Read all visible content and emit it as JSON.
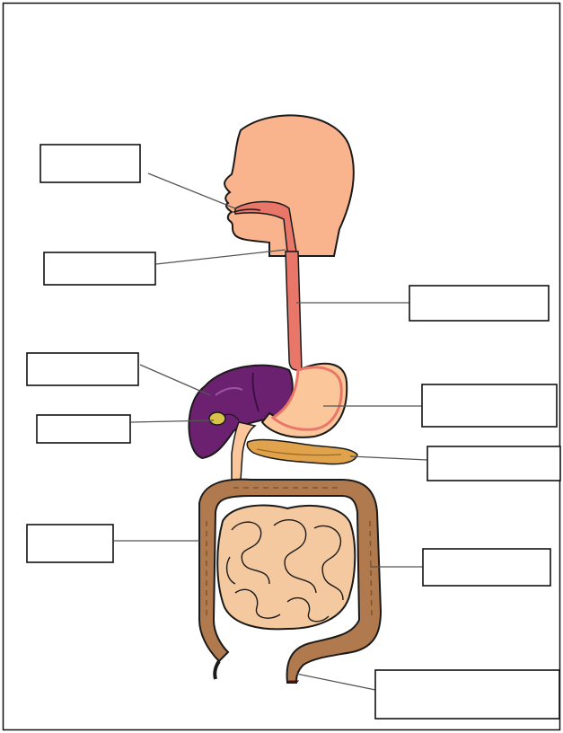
{
  "diagram": {
    "labels": [
      {
        "id": "mouth",
        "text": ""
      },
      {
        "id": "pharynx",
        "text": ""
      },
      {
        "id": "oesophagus",
        "text": ""
      },
      {
        "id": "liver",
        "text": ""
      },
      {
        "id": "stomach",
        "text": ""
      },
      {
        "id": "gall-bladder",
        "text": ""
      },
      {
        "id": "pancreas",
        "text": ""
      },
      {
        "id": "large-intestine",
        "text": ""
      },
      {
        "id": "small-intestine",
        "text": ""
      },
      {
        "id": "rectum-anus",
        "text": ""
      }
    ]
  },
  "colors": {
    "skin": "#F9B48E",
    "skin_outline": "#1a1a1a",
    "throat": "#E8776A",
    "liver": "#6B2170",
    "liver_dark": "#3E0E44",
    "stomach": "#FBC79A",
    "pancreas": "#E0A24A",
    "gall_bladder": "#D9C24A",
    "large_intestine": "#B07A4E",
    "small_intestine": "#F4C9A0",
    "line": "#555555",
    "box_border": "#111111"
  }
}
